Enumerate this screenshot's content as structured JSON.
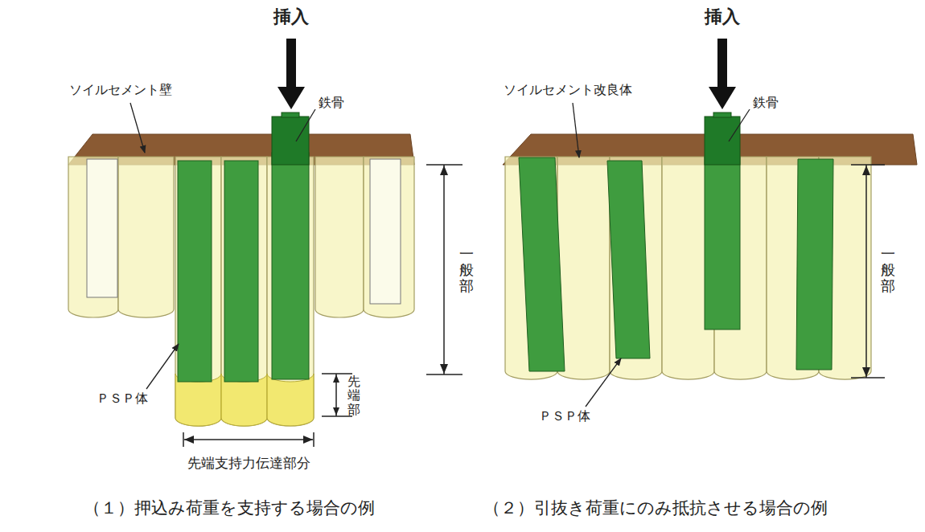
{
  "diagram": {
    "labels": [
      "挿入",
      "ソイルセメント壁",
      "鉄骨",
      "一般部",
      "ＰＳＰ体",
      "先端部",
      "先端支持力伝達部分",
      "（１）押込み荷重を支持する場合の例",
      "挿入",
      "ソイルセメント改良体",
      "鉄骨",
      "一般部",
      "ＰＳＰ体",
      "（２）引抜き荷重にのみ抵抗させる場合の例"
    ]
  }
}
